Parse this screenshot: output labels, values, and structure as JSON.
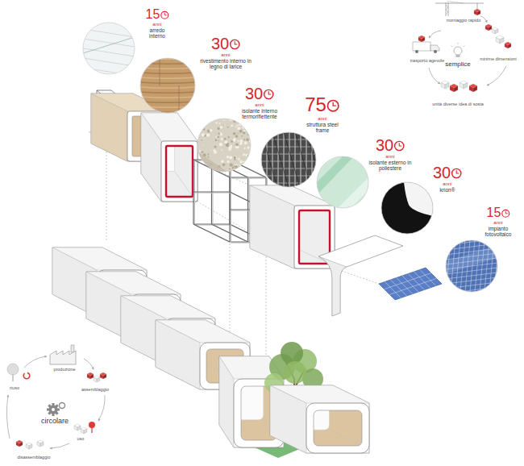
{
  "diagram": {
    "labels": [
      "15",
      "anni",
      "arredo interno",
      "30",
      "anni",
      "rivestimento interno in legno di larice",
      "30",
      "anni",
      "isolante interno termoriflettente",
      "75",
      "anni",
      "struttura steel frame",
      "30",
      "anni",
      "isolante esterno in poliestere",
      "30",
      "anni",
      "krion®",
      "15",
      "anni",
      "impianto fotovoltaico",
      "montaggio rapido",
      "trasporto agevole",
      "semplice",
      "minime dimensioni",
      "unità diverse idea di sosta",
      "produzione",
      "assemblaggio",
      "riuso",
      "circolare",
      "uso",
      "disassemblaggio"
    ]
  }
}
